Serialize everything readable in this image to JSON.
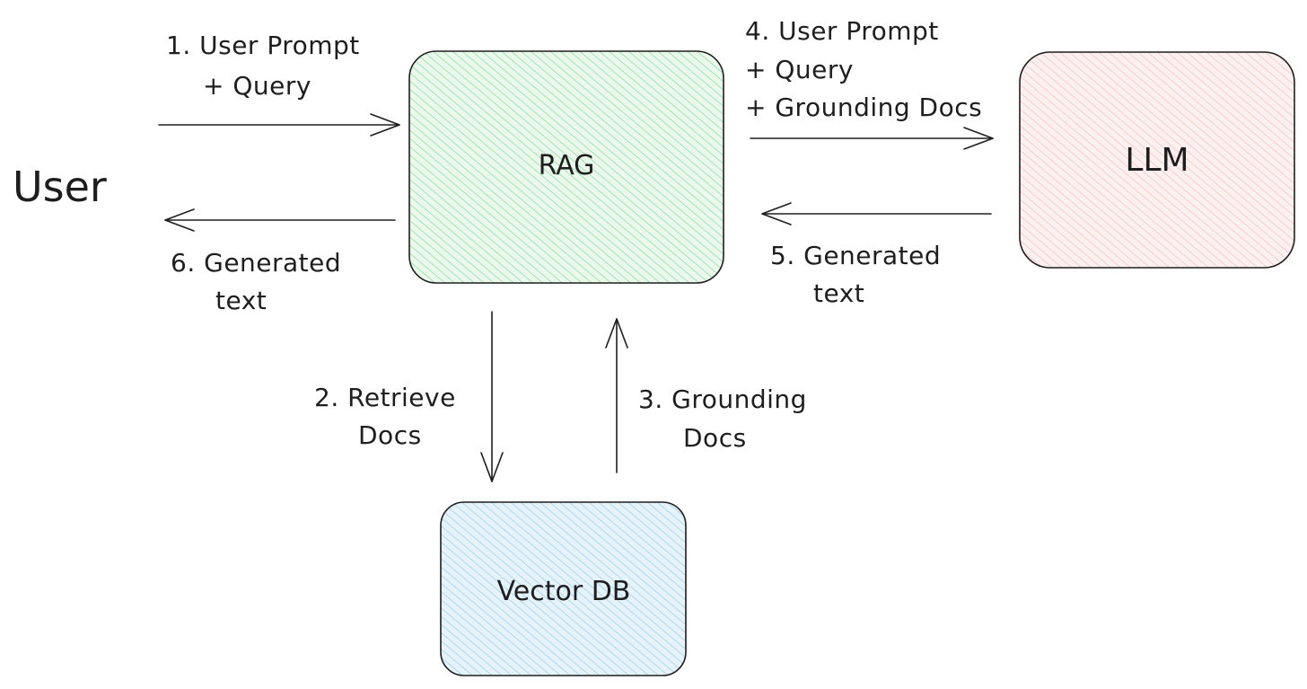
{
  "colors": {
    "rag_fill": "#b2f2bb",
    "rag_hatch": "#40c057",
    "llm_fill": "#ffc9c9",
    "llm_hatch": "#fa5252",
    "vector_fill": "#a5d8ff",
    "vector_hatch": "#228be6",
    "stroke": "#1e1e1e"
  },
  "nodes": {
    "user": "User",
    "rag": "RAG",
    "llm": "LLM",
    "vector_db": "Vector DB"
  },
  "edges": {
    "step1": {
      "line1": "1. User Prompt",
      "line2": "+ Query"
    },
    "step2": {
      "line1": "2. Retrieve",
      "line2": "Docs"
    },
    "step3": {
      "line1": "3. Grounding",
      "line2": "Docs"
    },
    "step4": {
      "line1": "4. User Prompt",
      "line2": "+ Query",
      "line3": "+ Grounding Docs"
    },
    "step5": {
      "line1": "5. Generated",
      "line2": "text"
    },
    "step6": {
      "line1": "6. Generated",
      "line2": "text"
    }
  }
}
